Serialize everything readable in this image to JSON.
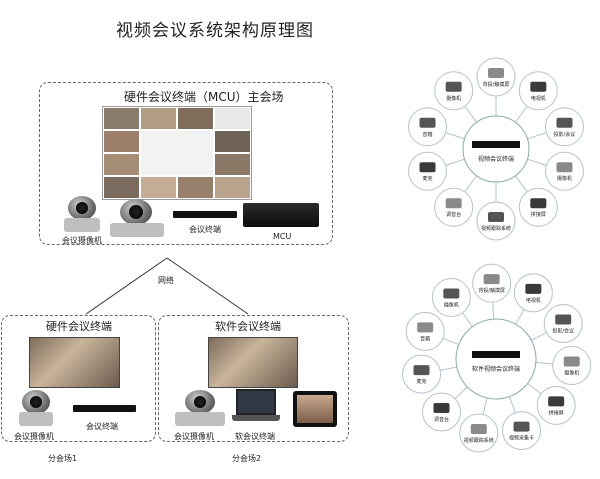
{
  "title": "视频会议系统架构原理图",
  "main_site": {
    "label": "硬件会议终端（MCU）主会场",
    "camera_label": "会议摄像机",
    "terminal_label": "会议终端",
    "mcu_label": "MCU"
  },
  "network_label": "网络",
  "branch1": {
    "label": "硬件会议终端",
    "camera_label": "会议摄像机",
    "terminal_label": "会议终端",
    "site_label": "分会场1"
  },
  "branch2": {
    "label": "软件会议终端",
    "camera_label": "会议摄像机",
    "terminal_label": "软会议终端",
    "site_label": "分会场2"
  },
  "hub_top": {
    "center_label": "视频会议终端",
    "satellites": [
      "摄像机",
      "背投/触摸屏",
      "电视机",
      "投影/会议",
      "摄像机",
      "拼接屏",
      "视频跟踪系统",
      "调音台",
      "麦克",
      "音箱"
    ]
  },
  "hub_bottom": {
    "center_label": "软件视频会议终端",
    "satellites": [
      "摄像机",
      "背投/触摸屏",
      "电视机",
      "投影/会议",
      "摄像机",
      "拼接屏",
      "视频采集卡",
      "视频跟踪系统",
      "调音台",
      "麦克",
      "音箱"
    ]
  },
  "colors": {
    "dashed_border": "#666666",
    "circle_border": "#b8c2cc",
    "connector_line": "#b5c2cc"
  }
}
